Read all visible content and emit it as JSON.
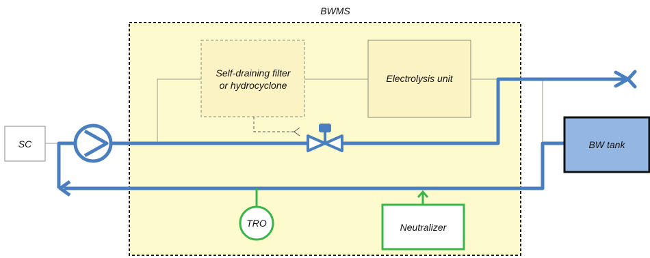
{
  "title": "BWMS",
  "blocks": {
    "sc": "SC",
    "filter_line1": "Self-draining filter",
    "filter_line2": "or hydrocyclone",
    "electrolysis": "Electrolysis unit",
    "bw_tank": "BW tank",
    "tro": "TRO",
    "neutralizer": "Neutralizer"
  },
  "colors": {
    "bwms_fill": "#fdfbcd",
    "pipe": "#4a7fbf",
    "green": "#39b54a",
    "tank_fill": "#93b6e3",
    "thin_line": "#9a9a8a"
  },
  "icons": [
    "pump-icon",
    "valve-icon",
    "outlet-nozzle-icon"
  ]
}
